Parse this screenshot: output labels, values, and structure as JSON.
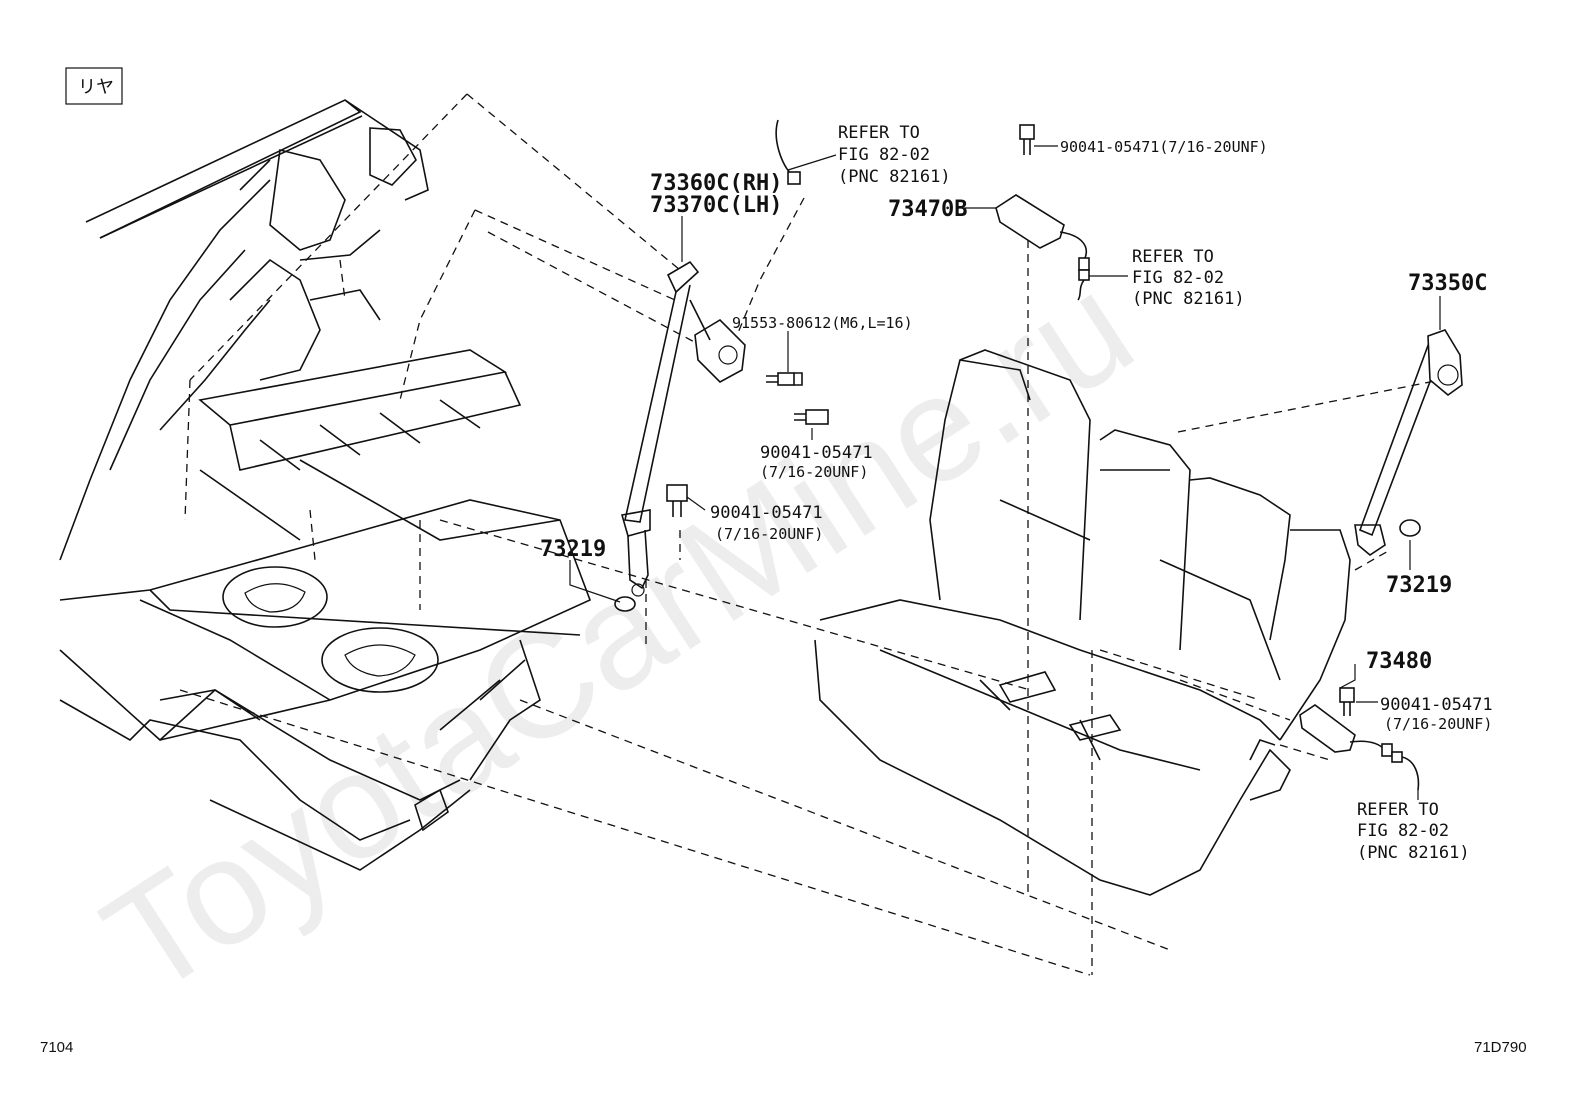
{
  "region_label": "リヤ",
  "watermark": "ToyotaCarMine.ru",
  "page_number": "7104",
  "figure_code": "71D790",
  "callouts": {
    "belt_rh": "73360C(RH)",
    "belt_lh": "73370C(LH)",
    "refer_top_1": "REFER TO",
    "refer_top_2": "FIG 82-02",
    "refer_top_3": "(PNC 82161)",
    "bolt_91553": "91553-80612(M6,L=16)",
    "bolt_mid_1": "90041-05471",
    "bolt_mid_2": "(7/16-20UNF)",
    "bolt_low_1": "90041-05471",
    "bolt_low_2": "(7/16-20UNF)",
    "cover_left": "73219",
    "bolt_top": "90041-05471(7/16-20UNF)",
    "buckle_center": "73470B",
    "refer_mid_1": "REFER TO",
    "refer_mid_2": "FIG 82-02",
    "refer_mid_3": "(PNC 82161)",
    "belt_center": "73350C",
    "cover_right": "73219",
    "buckle_right": "73480",
    "bolt_right_1": "90041-05471",
    "bolt_right_2": "(7/16-20UNF)",
    "refer_low_1": "REFER TO",
    "refer_low_2": "FIG 82-02",
    "refer_low_3": "(PNC 82161)"
  }
}
